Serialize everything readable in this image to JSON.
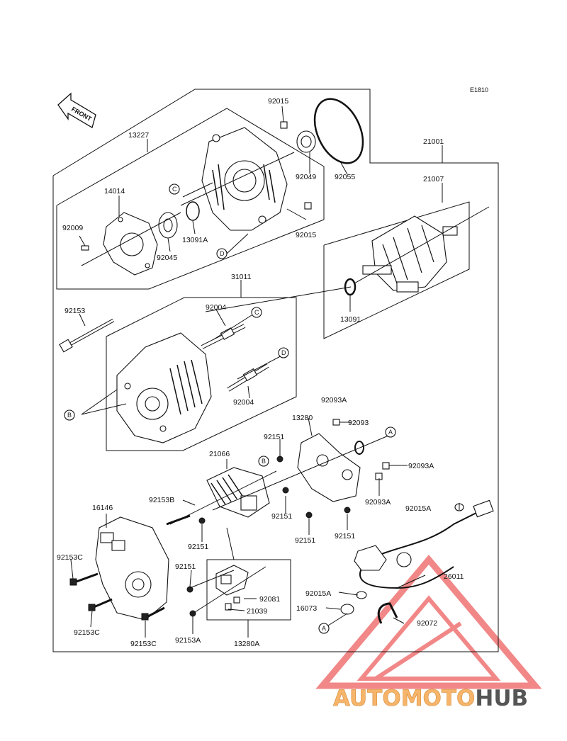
{
  "diagram_code": "E1810",
  "front_label": "FRONT",
  "watermark": {
    "part1": "AUTOMOTO",
    "part2": "HUB",
    "color1": "#f6b56a",
    "color2": "#555555",
    "triangle_color": "#f07b7b"
  },
  "parts": {
    "p92015_top": "92015",
    "p13227": "13227",
    "p92049": "92049",
    "p92055": "92055",
    "p21001": "21001",
    "p14014": "14014",
    "p21007": "21007",
    "p92009": "92009",
    "p13091A": "13091A",
    "p92045": "92045",
    "p92015_mid": "92015",
    "p31011": "31011",
    "p92153": "92153",
    "p92004_top": "92004",
    "p13091": "13091",
    "p92004_bot": "92004",
    "p92093A_top": "92093A",
    "p13280": "13280",
    "p92151_a": "92151",
    "p92093": "92093",
    "p21066": "21066",
    "p92093A_r": "92093A",
    "p92153B": "92153B",
    "p92093A_m": "92093A",
    "p92151_b": "92151",
    "p92015A_r": "92015A",
    "p16146": "16146",
    "p92151_c": "92151",
    "p92151_d": "92151",
    "p92151_e": "92151",
    "p92153C_l": "92153C",
    "p92151_f": "92151",
    "p26011": "26011",
    "p92015A_m": "92015A",
    "p92081": "92081",
    "p16073": "16073",
    "p21039": "21039",
    "p92072": "92072",
    "p92153C_b1": "92153C",
    "p92153C_b2": "92153C",
    "p92153A": "92153A",
    "p13280A": "13280A"
  },
  "refs": {
    "C": "C",
    "D": "D",
    "B": "B",
    "A": "A"
  }
}
